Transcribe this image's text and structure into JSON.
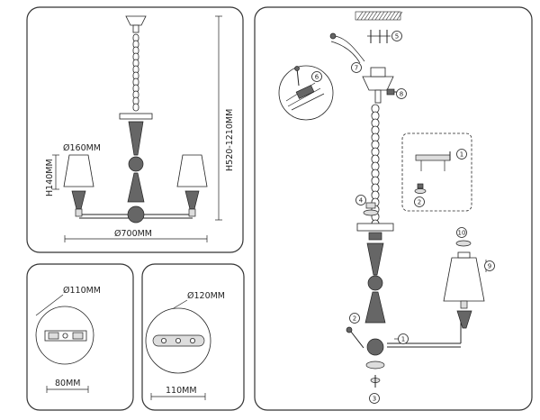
{
  "dimensions": {
    "height_range": "H520-1210MM",
    "shade_diameter": "Ø160MM",
    "shade_height": "H140MM",
    "width": "Ø700MM",
    "canopy_a_diameter": "Ø110MM",
    "canopy_a_mount_width": "80MM",
    "canopy_b_diameter": "Ø120MM",
    "canopy_b_mount_width": "110MM"
  },
  "assembly_steps": [
    "1",
    "2",
    "3",
    "4",
    "5",
    "6",
    "7",
    "8",
    "9",
    "10"
  ]
}
